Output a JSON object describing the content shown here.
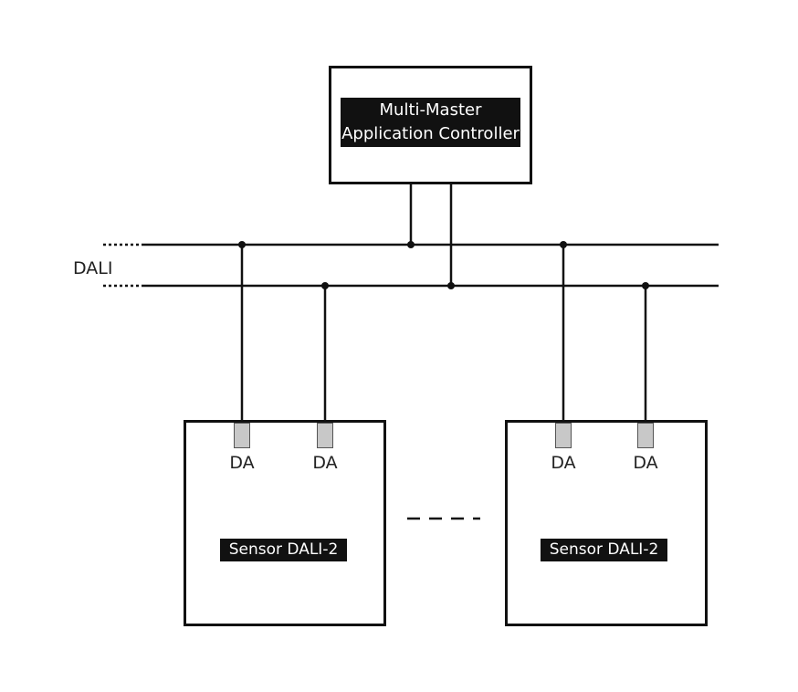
{
  "controller": {
    "line1": "Multi-Master",
    "line2": "Application Controller"
  },
  "bus": {
    "label": "DALI"
  },
  "sensors": [
    {
      "label": "Sensor DALI-2",
      "terminals": [
        "DA",
        "DA"
      ]
    },
    {
      "label": "Sensor DALI-2",
      "terminals": [
        "DA",
        "DA"
      ]
    }
  ],
  "colors": {
    "line": "#111111",
    "label_bg": "#111111",
    "label_text": "#ffffff",
    "terminal": "#c8c8c8"
  }
}
